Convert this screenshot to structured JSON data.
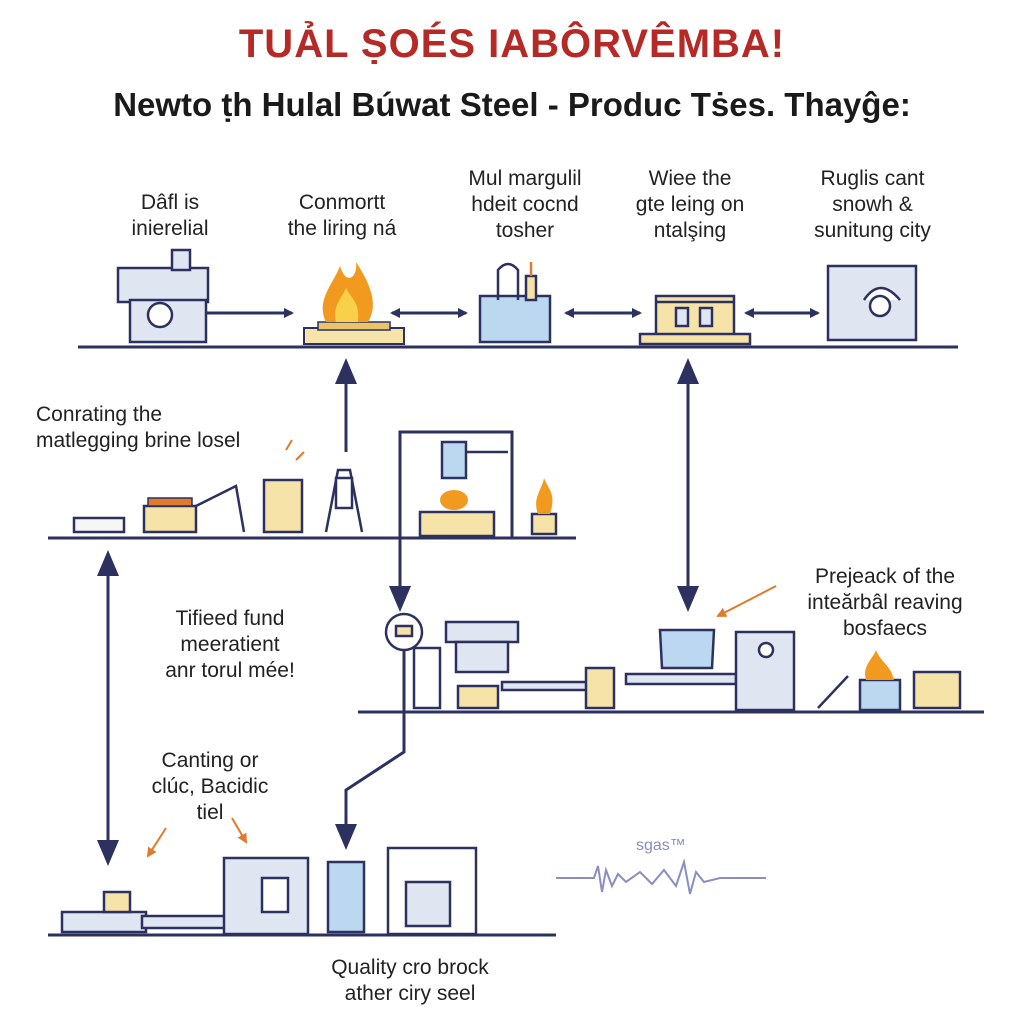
{
  "header": {
    "title": "TUẢL ṢOÉS IABÔRVÊMBA!",
    "subtitle": "Newto ṭh Hulal Búwat Steel - Produc Tṡes. Thayĝe:"
  },
  "labels": {
    "step1": "Dâfl is\ninierelial",
    "step2": "Conmortt\nthe liring ná",
    "step3": "Mul margulil\nhdeit cocnd\ntosher",
    "step4": "Wiee the\ngte leing on\nntalşing",
    "step5": "Ruglis cant\nsnowh &\nsunitung city",
    "mid_left": "Conrating the\nmatlegging brine losel",
    "mid_center": "Tifieed fund\nmeeratient\nanr torul mée!",
    "mid_right": "Prejeack of the\ninteărbâl reaving\nbosfaecs",
    "low_left": "Canting or\nclúc, Bacidic\ntiel",
    "bottom": "Quality cro brock\nather ciry seel",
    "watermark": "sgas™"
  },
  "colors": {
    "title_red": "#b52a26",
    "line_navy": "#2c3160",
    "arrow_orange": "#e07a2c",
    "flame": "#f29a1f",
    "machine_fill": "#dfe6f2",
    "accent_blue": "#bcd8f0",
    "accent_yellow": "#f6e3a8"
  }
}
